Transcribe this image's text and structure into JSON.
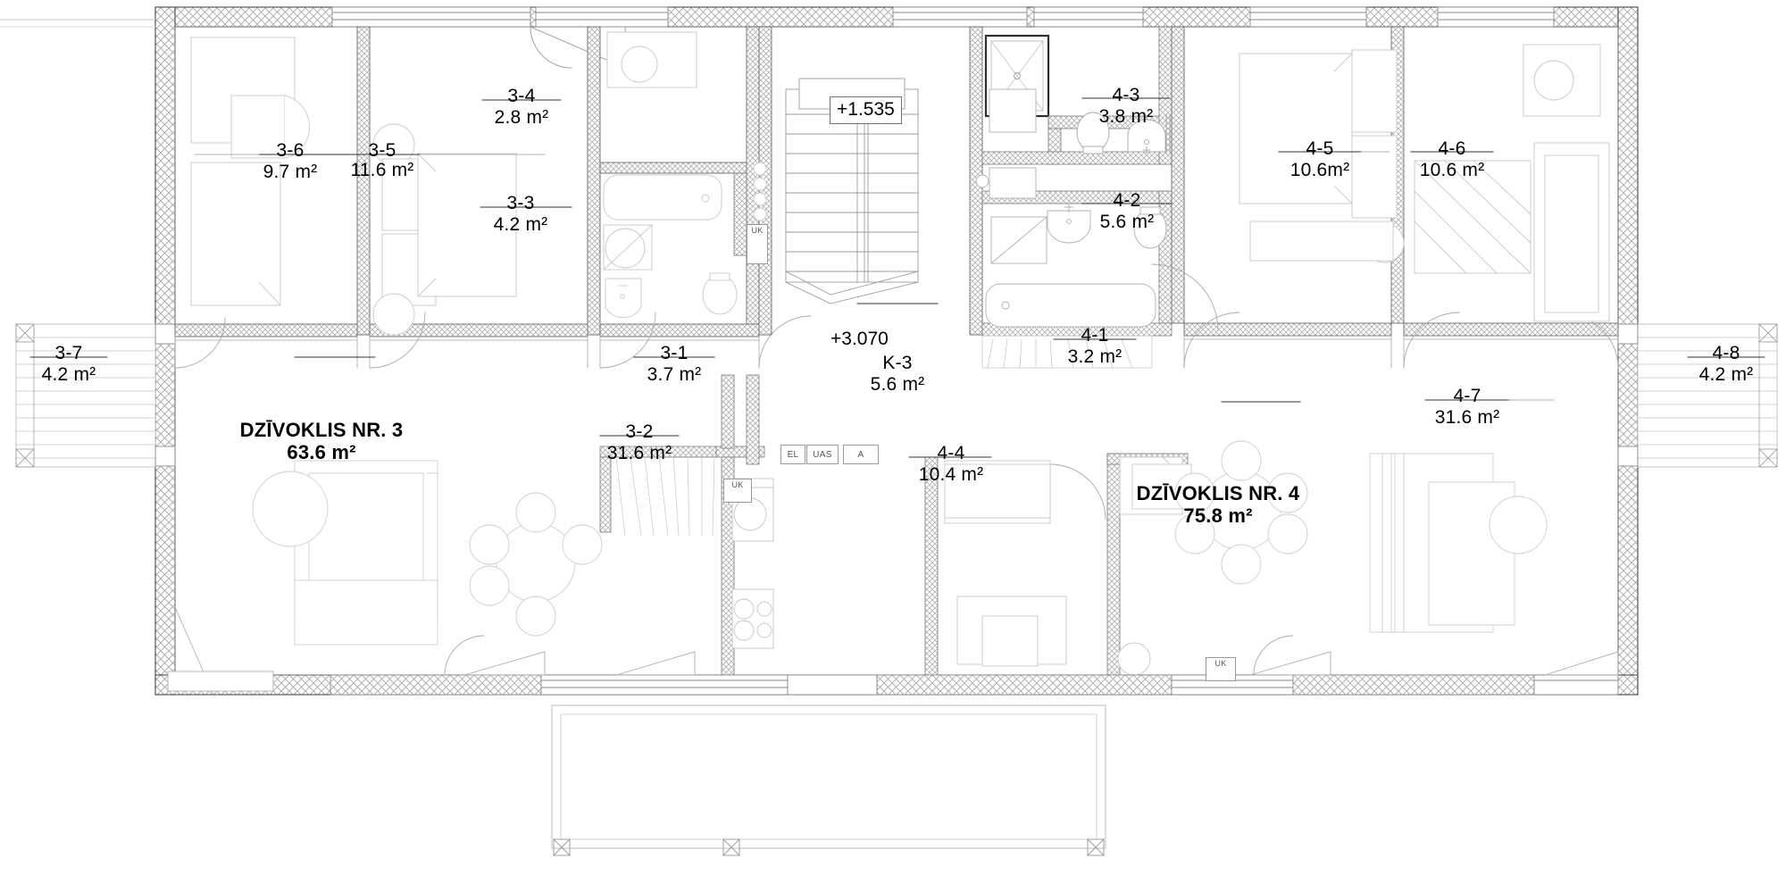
{
  "drawing": {
    "type": "architectural-floor-plan",
    "title_left": "DZĪVOKLIS NR. 3",
    "title_right": "DZĪVOKLIS NR. 4"
  },
  "apartments": [
    {
      "name": "DZĪVOKLIS NR. 3",
      "area": "63.6 m²"
    },
    {
      "name": "DZĪVOKLIS NR. 4",
      "area": "75.8 m²"
    }
  ],
  "rooms": [
    {
      "id": "3-6",
      "area": "9.7 m²"
    },
    {
      "id": "3-5",
      "area": "11.6 m²"
    },
    {
      "id": "3-4",
      "area": "2.8 m²"
    },
    {
      "id": "3-3",
      "area": "4.2 m²"
    },
    {
      "id": "3-1",
      "area": "3.7 m²"
    },
    {
      "id": "3-2",
      "area": "31.6 m²"
    },
    {
      "id": "3-7",
      "area": "4.2 m²"
    },
    {
      "id": "K-3",
      "area": "5.6 m²"
    },
    {
      "id": "4-3",
      "area": "3.8 m²"
    },
    {
      "id": "4-2",
      "area": "5.6 m²"
    },
    {
      "id": "4-5",
      "area": "10.6m²"
    },
    {
      "id": "4-6",
      "area": "10.6 m²"
    },
    {
      "id": "4-1",
      "area": "3.2 m²"
    },
    {
      "id": "4-4",
      "area": "10.4 m²"
    },
    {
      "id": "4-7",
      "area": "31.6 m²"
    },
    {
      "id": "4-8",
      "area": "4.2 m²"
    }
  ],
  "elevations": [
    {
      "value": "+1.535",
      "boxed": true
    },
    {
      "value": "+3.070",
      "boxed": false
    }
  ],
  "shafts": [
    {
      "label": "EL"
    },
    {
      "label": "UAS"
    },
    {
      "label": "A"
    }
  ],
  "risers": [
    {
      "label": "UK"
    },
    {
      "label": "UK"
    },
    {
      "label": "UK"
    }
  ],
  "colors": {
    "wall_line": "#4a4a4a",
    "hatch": "#9d9d9d",
    "furniture": "#c9c9c9",
    "thin_line": "#b9b9b9",
    "text": "#000000",
    "background": "#ffffff"
  }
}
